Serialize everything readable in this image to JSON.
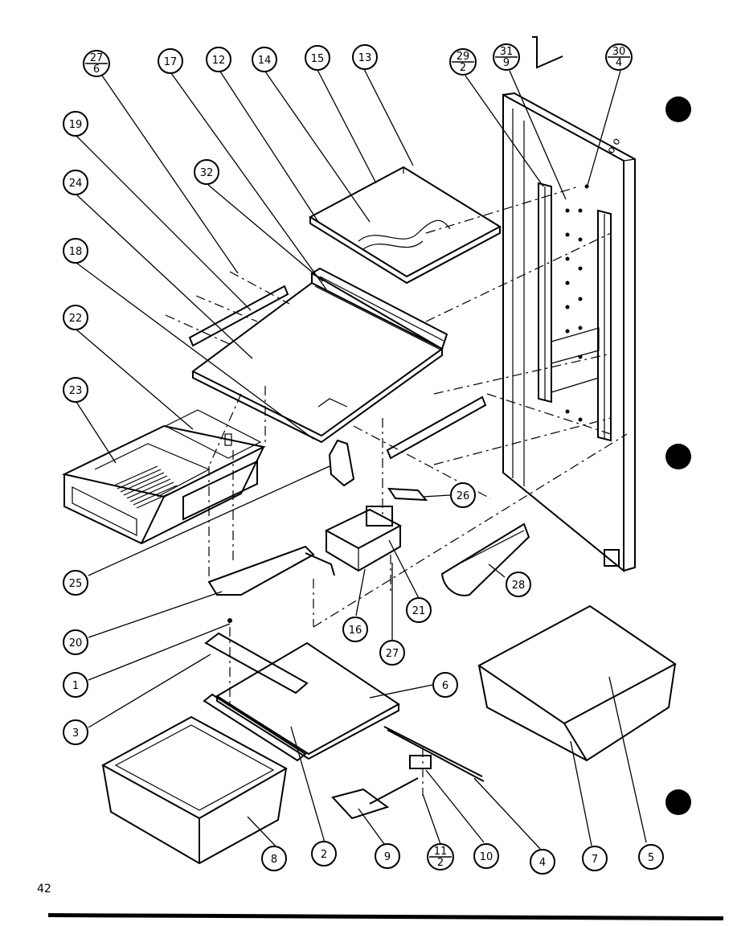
{
  "page_number": "42",
  "callouts": [
    {
      "id": "c27-6",
      "top": "27",
      "bottom": "6"
    },
    {
      "id": "c17",
      "label": "17"
    },
    {
      "id": "c12",
      "label": "12"
    },
    {
      "id": "c14",
      "label": "14"
    },
    {
      "id": "c15",
      "label": "15"
    },
    {
      "id": "c13",
      "label": "13"
    },
    {
      "id": "c29-2",
      "top": "29",
      "bottom": "2"
    },
    {
      "id": "c31-9",
      "top": "31",
      "bottom": "9"
    },
    {
      "id": "c30-4",
      "top": "30",
      "bottom": "4"
    },
    {
      "id": "c19",
      "label": "19"
    },
    {
      "id": "c24",
      "label": "24"
    },
    {
      "id": "c32",
      "label": "32"
    },
    {
      "id": "c18",
      "label": "18"
    },
    {
      "id": "c22",
      "label": "22"
    },
    {
      "id": "c23",
      "label": "23"
    },
    {
      "id": "c26",
      "label": "26"
    },
    {
      "id": "c25",
      "label": "25"
    },
    {
      "id": "c28",
      "label": "28"
    },
    {
      "id": "c21",
      "label": "21"
    },
    {
      "id": "c20",
      "label": "20"
    },
    {
      "id": "c16",
      "label": "16"
    },
    {
      "id": "c27",
      "label": "27"
    },
    {
      "id": "c1",
      "label": "1"
    },
    {
      "id": "c6",
      "label": "6"
    },
    {
      "id": "c3",
      "label": "3"
    },
    {
      "id": "c8",
      "label": "8"
    },
    {
      "id": "c2",
      "label": "2"
    },
    {
      "id": "c9",
      "label": "9"
    },
    {
      "id": "c11-2",
      "top": "11",
      "bottom": "2"
    },
    {
      "id": "c10",
      "label": "10"
    },
    {
      "id": "c4",
      "label": "4"
    },
    {
      "id": "c7",
      "label": "7"
    },
    {
      "id": "c5",
      "label": "5"
    }
  ]
}
